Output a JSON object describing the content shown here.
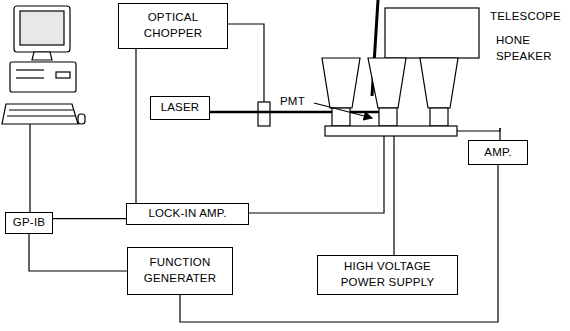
{
  "diagram": {
    "nodes": [
      {
        "text": [
          "OPTICAL CHOPPER"
        ]
      },
      {
        "text": [
          "LASER"
        ]
      },
      {
        "text": [
          "LOCK-IN AMP."
        ]
      },
      {
        "text": [
          "GP-IB"
        ]
      },
      {
        "text": [
          "FUNCTION GENERATER"
        ]
      },
      {
        "text": [
          "HIGH VOLTAGE POWER SUPPLY"
        ]
      },
      {
        "text": [
          "AMP."
        ]
      }
    ],
    "edges": [
      {
        "from": 0,
        "to": 2,
        "arrow": "none"
      },
      {
        "from": 3,
        "to": 2,
        "arrow": "none"
      },
      {
        "from": 3,
        "to": 4,
        "arrow": "none"
      },
      {
        "from": 4,
        "to": 6,
        "arrow": "none"
      }
    ],
    "labels": [
      "TELESCOPE",
      "HONE SPEAKER",
      "PMT"
    ]
  }
}
